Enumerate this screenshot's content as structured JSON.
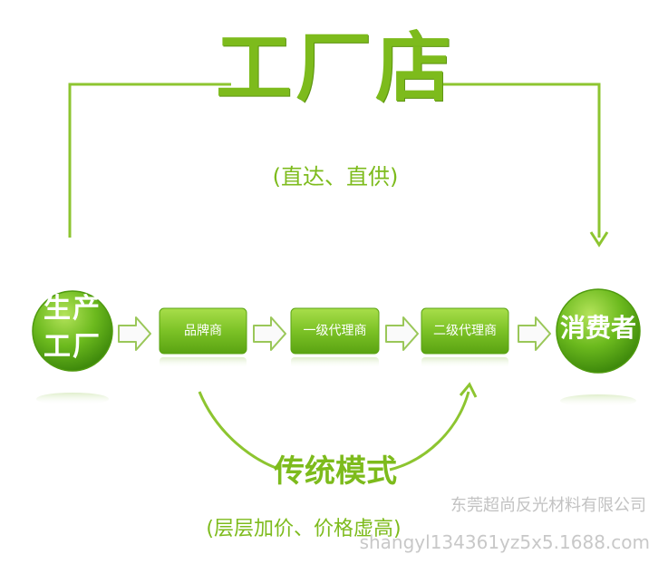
{
  "title": "工厂店",
  "title_note": "(直达、直供)",
  "producer": {
    "line1": "生产",
    "line2": "工厂"
  },
  "consumer": "消费者",
  "chain": [
    {
      "label": "品牌商"
    },
    {
      "label": "一级代理商"
    },
    {
      "label": "二级代理商"
    }
  ],
  "traditional": {
    "title": "传统模式",
    "note": "(层层加价、价格虚高)"
  },
  "watermark": {
    "company": "东莞超尚反光材料有限公司",
    "url": "shangyl134361yz5x5.1688.com"
  },
  "colors": {
    "accent": "#7dbb1c",
    "dark_green": "#4f9a0e",
    "arrow_fill": "#fafafa"
  }
}
